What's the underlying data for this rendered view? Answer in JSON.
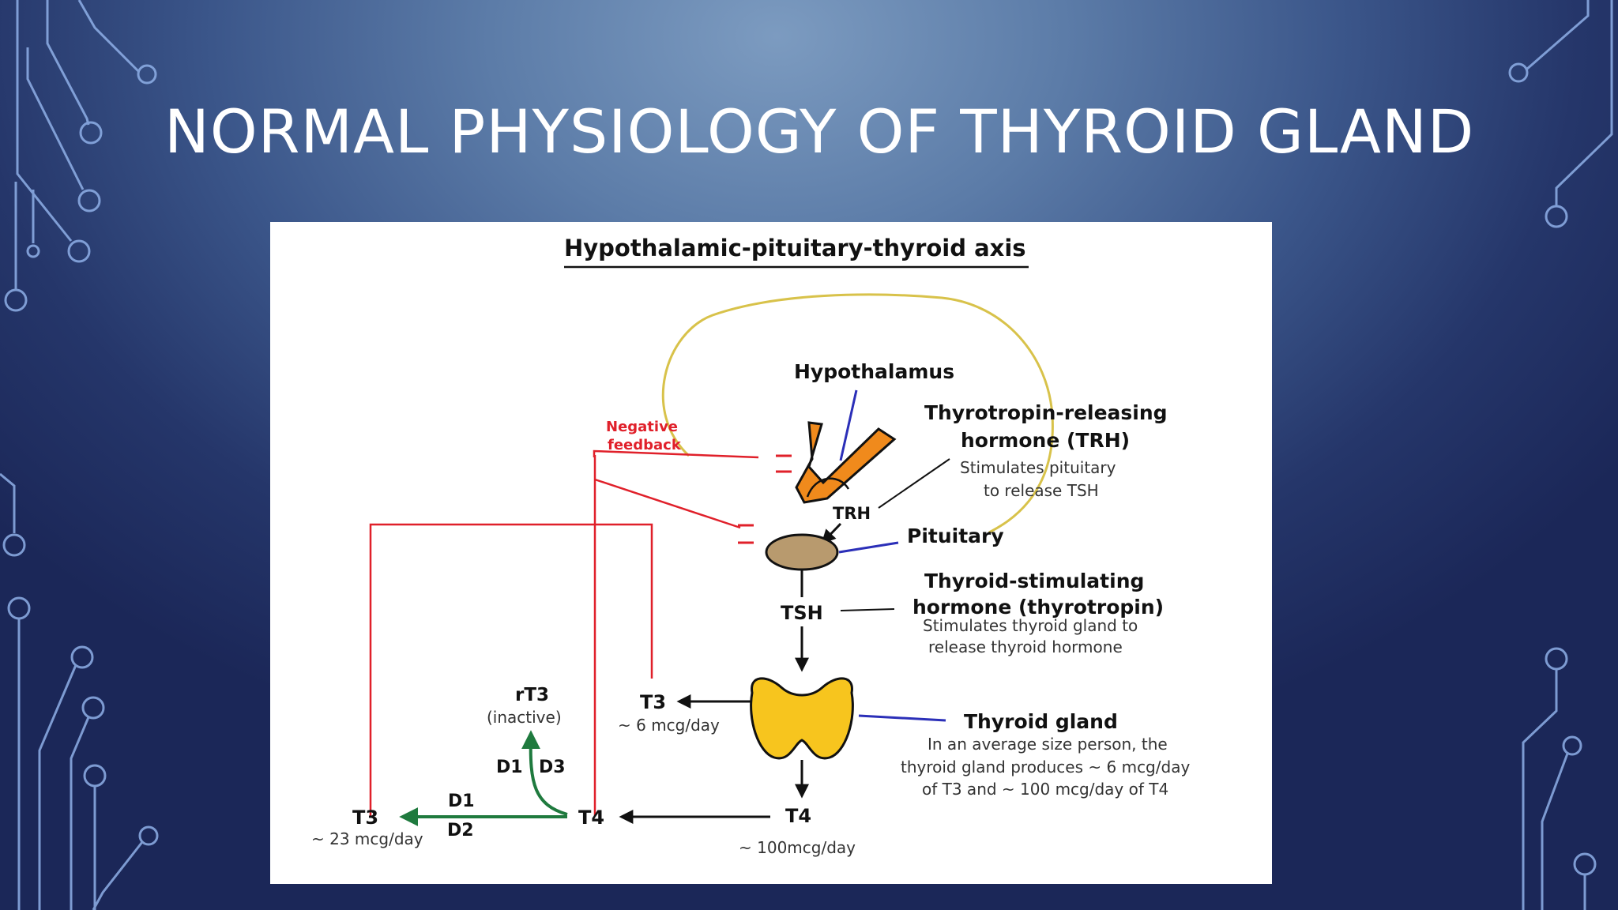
{
  "slide": {
    "title": "NORMAL PHYSIOLOGY OF THYROID GLAND"
  },
  "diagram": {
    "heading": "Hypothalamic-pituitary-thyroid axis",
    "hypothalamus": "Hypothalamus",
    "trh": {
      "name_line1": "Thyrotropin-releasing",
      "name_line2": "hormone (TRH)",
      "desc_line1": "Stimulates pituitary",
      "desc_line2": "to release TSH",
      "short": "TRH"
    },
    "pituitary": "Pituitary",
    "tsh": {
      "short": "TSH",
      "name_line1": "Thyroid-stimulating",
      "name_line2": "hormone (thyrotropin)",
      "desc_line1": "Stimulates thyroid gland to",
      "desc_line2": "release thyroid hormone"
    },
    "thyroid": {
      "name": "Thyroid gland",
      "desc_line1": "In an average size person, the",
      "desc_line2": "thyroid gland produces ~ 6 mcg/day",
      "desc_line3": "of T3 and ~ 100 mcg/day of T4"
    },
    "negative_feedback_line1": "Negative",
    "negative_feedback_line2": "feedback",
    "t3_gland": {
      "label": "T3",
      "amount": "~ 6 mcg/day"
    },
    "t4_gland": {
      "label": "T4",
      "amount": "~ 100mcg/day"
    },
    "t4_peripheral": {
      "label": "T4"
    },
    "t3_peripheral": {
      "label": "T3",
      "amount": "~ 23 mcg/day"
    },
    "rt3": {
      "label": "rT3",
      "sub": "(inactive)"
    },
    "deiodinases": {
      "d1_top": "D1",
      "d3": "D3",
      "d1_bottom": "D1",
      "d2": "D2"
    },
    "colors": {
      "feedback": "#e0202a",
      "conversion": "#1f7a3e",
      "loop": "#d8c24a",
      "pointer": "#2b2fb8",
      "thyroid": "#f7c51e",
      "pituitary": "#b89a6e",
      "hypothalamus": "#f08a1c"
    }
  }
}
